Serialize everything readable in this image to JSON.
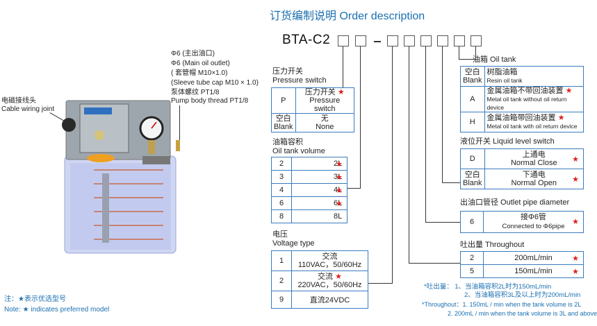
{
  "title": "订货编制说明 Order description",
  "model_prefix": "BTA-C2",
  "callouts": {
    "cable_cn": "电磁接线头",
    "cable_en": "Cable wiring joint",
    "outlet": [
      "Φ6 (主出油口)",
      "Φ6 (Main oil outlet)",
      "( 套管帽 M10×1.0)",
      "(Sleeve tube cap M10 × 1.0)",
      "泵体螺纹 PT1/8",
      "Pump body thread PT1/8"
    ]
  },
  "note": {
    "line1": "注：★表示优选型号",
    "line2": "Note: ★ indicates preferred model"
  },
  "pressure": {
    "title_cn": "压力开关",
    "title_en": "Pressure switch",
    "rows": [
      {
        "code": "P",
        "cn": "压力开关",
        "en": "Pressure switch",
        "star": "★"
      },
      {
        "code_cn": "空白",
        "code_en": "Blank",
        "cn": "无",
        "en": "None",
        "star": ""
      }
    ]
  },
  "volume": {
    "title_cn": "油箱容积",
    "title_en": "Oil tank volume",
    "rows": [
      {
        "code": "2",
        "val": "2L",
        "star": "★"
      },
      {
        "code": "3",
        "val": "3L",
        "star": "★"
      },
      {
        "code": "4",
        "val": "4L",
        "star": "★"
      },
      {
        "code": "6",
        "val": "6L",
        "star": "★"
      },
      {
        "code": "8",
        "val": "8L",
        "star": ""
      }
    ]
  },
  "voltage": {
    "title_cn": "电压",
    "title_en": "Voltage type",
    "rows": [
      {
        "code": "1",
        "l1": "交流",
        "l2": "110VAC，50/60Hz",
        "star": ""
      },
      {
        "code": "2",
        "l1": "交流",
        "l2": "220VAC，50/60Hz",
        "star": "★"
      },
      {
        "code": "9",
        "l1": "直流24VDC",
        "l2": "",
        "star": ""
      }
    ]
  },
  "tank": {
    "title": "油箱 Oil tank",
    "rows": [
      {
        "code_cn": "空白",
        "code_en": "Blank",
        "cn": "树脂油箱",
        "en": "Resin oil tank",
        "star": ""
      },
      {
        "code": "A",
        "cn": "金属油箱不带回油装置",
        "en": "Metal oil tank without oil return device",
        "star": "★"
      },
      {
        "code": "H",
        "cn": "金属油箱带回油装置",
        "en": "Metal oil tank with oil return device",
        "star": "★"
      }
    ]
  },
  "level": {
    "title": "液位开关  Liquid level switch",
    "rows": [
      {
        "code": "D",
        "cn": "上通电",
        "en": "Normal Close",
        "star": "★"
      },
      {
        "code_cn": "空白",
        "code_en": "Blank",
        "cn": "下通电",
        "en": "Normal Open",
        "star": "★"
      }
    ]
  },
  "outlet_pipe": {
    "title": "出油口管径 Outlet pipe diameter",
    "rows": [
      {
        "code": "6",
        "cn": "接Φ6管",
        "en": "Connected to Φ6pipe",
        "star": "★"
      }
    ]
  },
  "throughput": {
    "title": "吐出量 Throughout",
    "rows": [
      {
        "code": "2",
        "val": "200mL/min",
        "star": "★"
      },
      {
        "code": "5",
        "val": "150mL/min",
        "star": "★"
      }
    ]
  },
  "footnotes": [
    "*吐出量：  1、当油箱容积2L时为150mL/min",
    "2、当油箱容积3L及以上时为200mL/min",
    "*Throughout：1. 150mL / min when the tank volume is 2L",
    "2. 200mL / min when the tank volume is 3L and above"
  ]
}
